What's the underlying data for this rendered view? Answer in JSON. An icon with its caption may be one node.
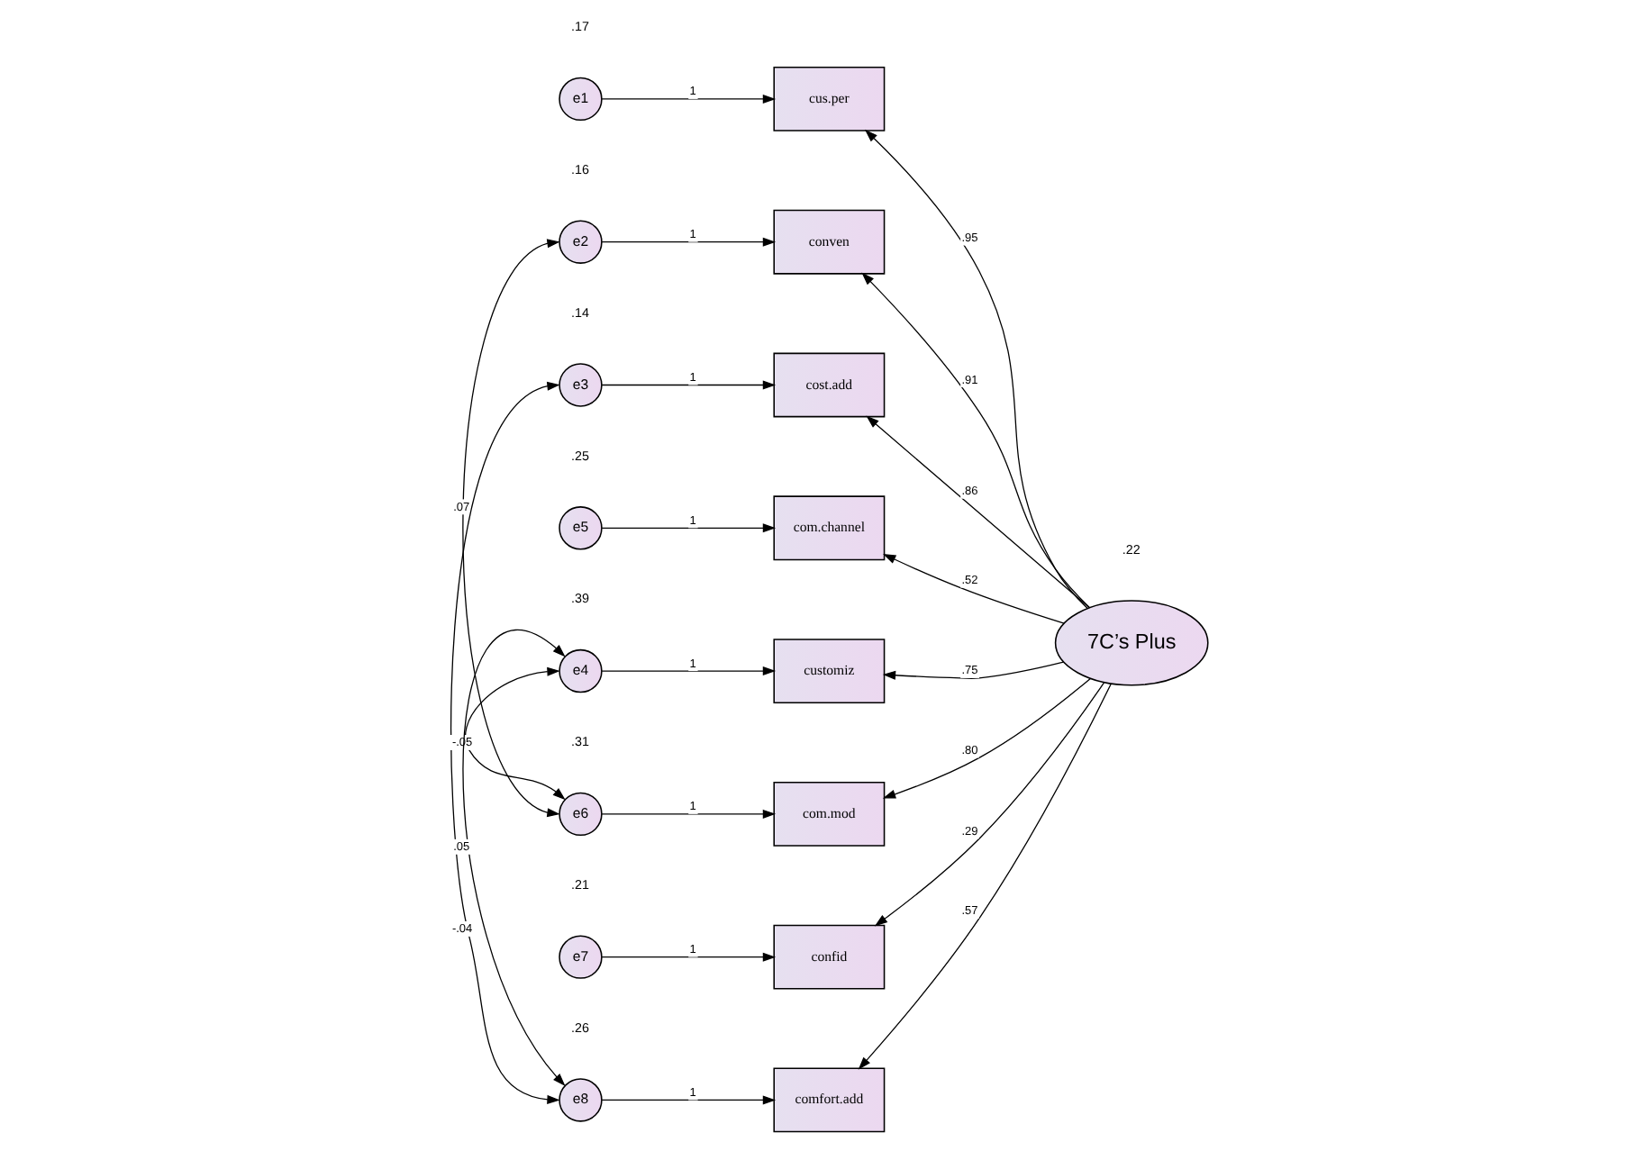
{
  "diagram": {
    "nodes": [
      {
        "text": [
          "e1"
        ],
        "beside": [
          ".17"
        ]
      },
      {
        "text": [
          "e2"
        ],
        "beside": [
          ".16"
        ]
      },
      {
        "text": [
          "e3"
        ],
        "beside": [
          ".14"
        ]
      },
      {
        "text": [
          "e5"
        ],
        "beside": [
          ".25"
        ]
      },
      {
        "text": [
          "e4"
        ],
        "beside": [
          ".39"
        ]
      },
      {
        "text": [
          "e6"
        ],
        "beside": [
          ".31"
        ]
      },
      {
        "text": [
          "e7"
        ],
        "beside": [
          ".21"
        ]
      },
      {
        "text": [
          "e8"
        ],
        "beside": [
          ".26"
        ]
      },
      {
        "text": [
          "cus.per"
        ]
      },
      {
        "text": [
          "conven"
        ]
      },
      {
        "text": [
          "cost.add"
        ]
      },
      {
        "text": [
          "com.channel"
        ]
      },
      {
        "text": [
          "customiz"
        ]
      },
      {
        "text": [
          "com.mod"
        ]
      },
      {
        "text": [
          "confid"
        ]
      },
      {
        "text": [
          "comfort.add"
        ]
      },
      {
        "text": [
          "7C’s Plus"
        ],
        "beside": [
          ".22"
        ]
      }
    ],
    "edges": [
      {
        "from": 0,
        "to": 8,
        "arrow": "to",
        "label": "1"
      },
      {
        "from": 1,
        "to": 9,
        "arrow": "to",
        "label": "1"
      },
      {
        "from": 2,
        "to": 10,
        "arrow": "to",
        "label": "1"
      },
      {
        "from": 3,
        "to": 11,
        "arrow": "to",
        "label": "1"
      },
      {
        "from": 4,
        "to": 12,
        "arrow": "to",
        "label": "1"
      },
      {
        "from": 5,
        "to": 13,
        "arrow": "to",
        "label": "1"
      },
      {
        "from": 6,
        "to": 14,
        "arrow": "to",
        "label": "1"
      },
      {
        "from": 7,
        "to": 15,
        "arrow": "to",
        "label": "1"
      },
      {
        "from": 16,
        "to": 8,
        "arrow": "to",
        "label": ".95"
      },
      {
        "from": 16,
        "to": 9,
        "arrow": "to",
        "label": ".91"
      },
      {
        "from": 16,
        "to": 10,
        "arrow": "to",
        "label": ".86"
      },
      {
        "from": 16,
        "to": 11,
        "arrow": "to",
        "label": ".52"
      },
      {
        "from": 16,
        "to": 12,
        "arrow": "to",
        "label": ".75"
      },
      {
        "from": 16,
        "to": 13,
        "arrow": "to",
        "label": ".80"
      },
      {
        "from": 16,
        "to": 14,
        "arrow": "to",
        "label": ".29"
      },
      {
        "from": 16,
        "to": 15,
        "arrow": "to",
        "label": ".57"
      },
      {
        "from": 1,
        "to": 5,
        "arrow": "both",
        "label": ".07"
      },
      {
        "from": 2,
        "to": 7,
        "arrow": "both",
        "label": "-.04"
      },
      {
        "from": 4,
        "to": 5,
        "arrow": "both",
        "label": "-.05"
      },
      {
        "from": 4,
        "to": 7,
        "arrow": "both",
        "label": ".05"
      }
    ]
  }
}
